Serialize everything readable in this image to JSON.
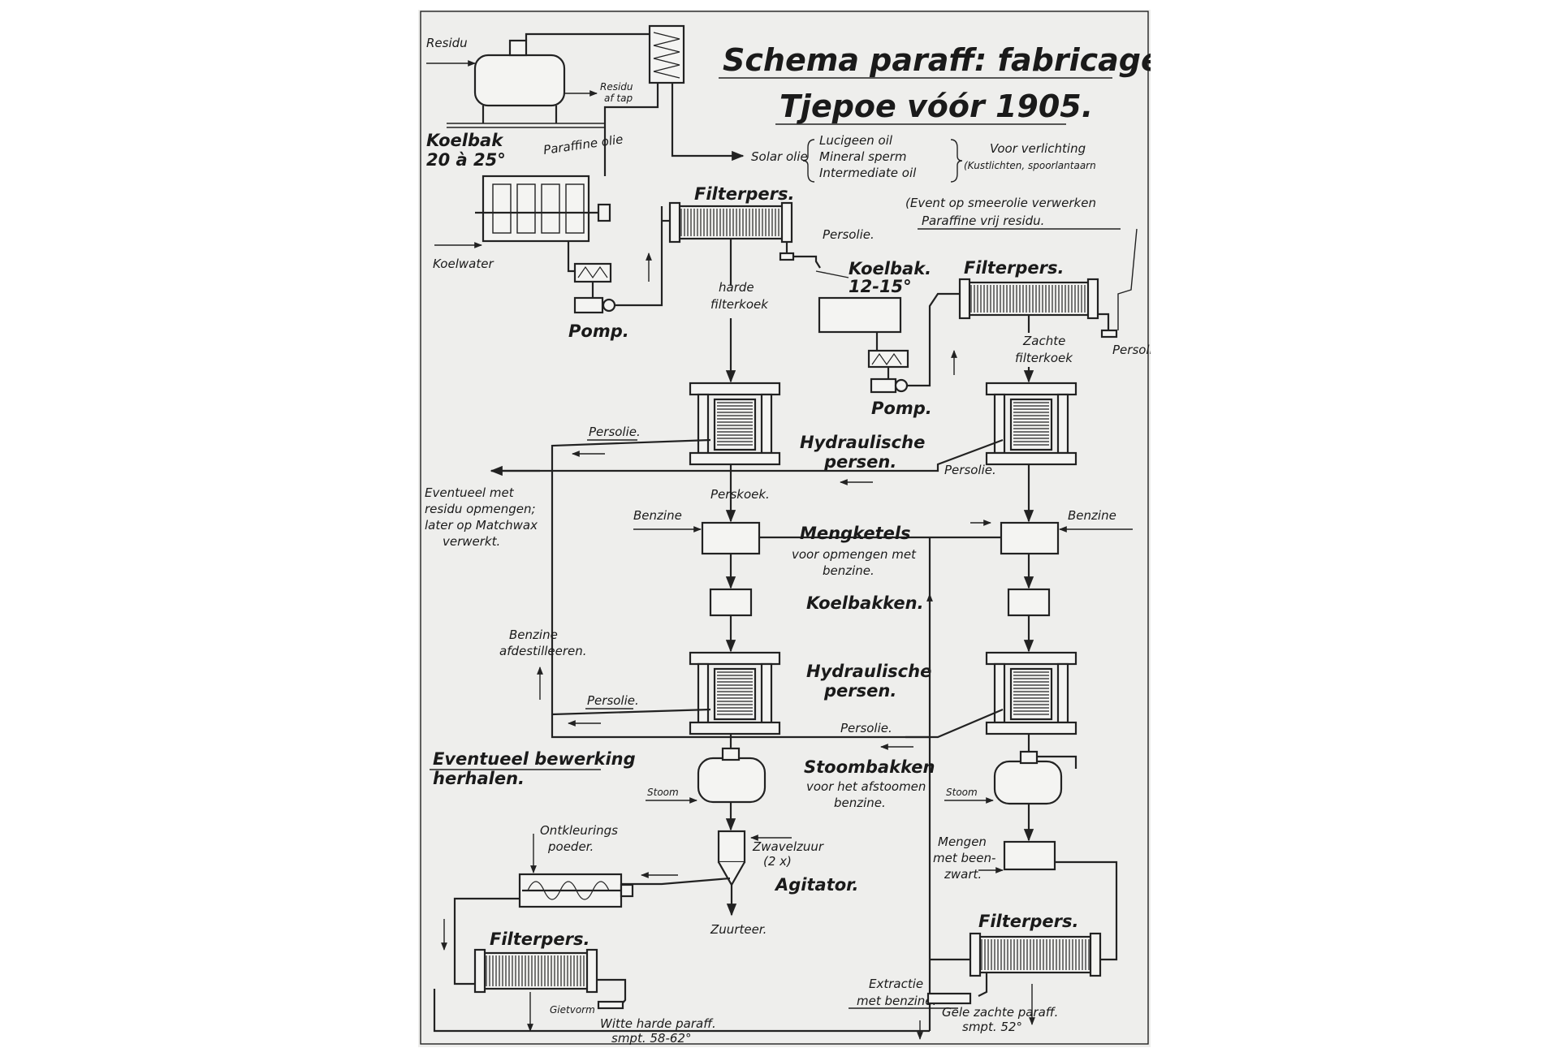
{
  "title": {
    "line1": "Schema paraff: fabricage",
    "line2": "Tjepoe vóór 1905."
  },
  "labels": {
    "residu_in": "Residu",
    "residu_afvoer": "Residu",
    "residu_afvoer2": "af tap",
    "koelbak_top": "Koelbak",
    "koelbak_top_temp": "20 à 25°",
    "paraffine_olie": "Paraffine olie",
    "solar_olie": "Solar olie",
    "lucigeen": "Lucigeen oil",
    "mineral_sperm": "Mineral sperm",
    "intermediate": "Intermediate oil",
    "voor_verlichting": "Voor verlichting",
    "kustlichten": "(Kustlichten, spoorlantaarn",
    "koelwater": "Koelwater",
    "pomp_1": "Pomp.",
    "filterpers_1": "Filterpers.",
    "persolie_1": "Persolie.",
    "harde_filterkoek_1": "harde",
    "harde_filterkoek_2": "filterkoek",
    "koelbak_mid": "Koelbak.",
    "koelbak_mid_temp": "12-15°",
    "pomp_2": "Pomp.",
    "event_smeerolie": "(Event op smeerolie verwerken",
    "paraffine_vrij": "Paraffine vrij residu.",
    "filterpers_2": "Filterpers.",
    "persolie_2": "Persolie",
    "zachte_filterkoek_1": "Zachte",
    "zachte_filterkoek_2": "filterkoek",
    "persolie_3": "Persolie.",
    "hydraulische_1": "Hydraulische",
    "persen_1": "persen.",
    "persolie_4": "Persolie.",
    "eventueel_1": "Eventueel met",
    "eventueel_2": "residu opmengen;",
    "eventueel_3": "later op Matchwax",
    "eventueel_4": "verwerkt.",
    "perskoek": "Perskoek.",
    "benzine_l": "Benzine",
    "benzine_r": "Benzine",
    "mengketels": "Mengketels",
    "mengketels_sub1": "voor opmengen met",
    "mengketels_sub2": "benzine.",
    "koelbakken": "Koelbakken.",
    "benzine_afd_1": "Benzine",
    "benzine_afd_2": "afdestilleeren.",
    "hydraulische_2": "Hydraulische",
    "persen_2": "persen.",
    "persolie_5": "Persolie.",
    "persolie_6": "Persolie.",
    "eventueel_bewerking_1": "Eventueel bewerking",
    "eventueel_bewerking_2": "herhalen.",
    "stoombakken": "Stoombakken",
    "stoombakken_sub1": "voor het afstoomen",
    "stoombakken_sub2": "benzine.",
    "stoom_l": "Stoom",
    "stoom_r": "Stoom",
    "ontkleurings_1": "Ontkleurings",
    "ontkleurings_2": "poeder.",
    "zwavelzuur_1": "Zwavelzuur",
    "zwavelzuur_2": "(2 x)",
    "agitator": "Agitator.",
    "zuurteer": "Zuurteer.",
    "mengen_1": "Mengen",
    "mengen_2": "met been-",
    "mengen_3": "zwart.",
    "filterpers_3": "Filterpers.",
    "filterpers_4": "Filterpers.",
    "extractie_1": "Extractie",
    "extractie_2": "met benzine.",
    "gietvorm": "Gietvorm",
    "witte_1": "Witte harde paraff.",
    "witte_2": "smpt. 58-62°",
    "gele_1": "Gele zachte paraff.",
    "gele_2": "smpt. 52°"
  },
  "colors": {
    "ink": "#222222",
    "paper": "#eeeeec"
  }
}
